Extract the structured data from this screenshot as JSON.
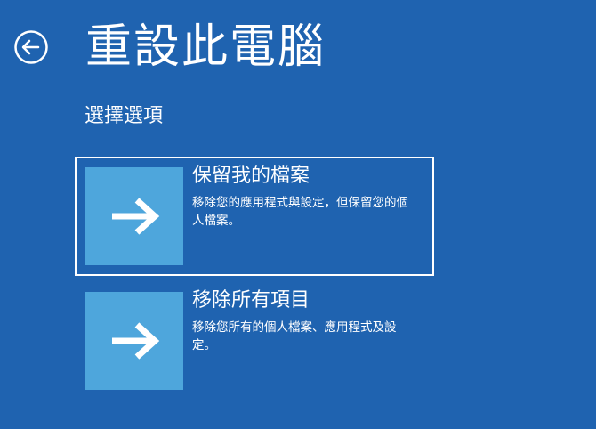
{
  "header": {
    "back_icon": "circle-arrow-left-icon",
    "title": "重設此電腦",
    "subtitle": "選擇選項"
  },
  "options": [
    {
      "title": "保留我的檔案",
      "description": "移除您的應用程式與設定，但保留您的個人檔案。",
      "icon": "arrow-right-icon",
      "selected": true
    },
    {
      "title": "移除所有項目",
      "description": "移除您所有的個人檔案、應用程式及設定。",
      "icon": "arrow-right-icon",
      "selected": false
    }
  ],
  "colors": {
    "background": "#1f63b0",
    "tile": "#4ea6dc",
    "text": "#ffffff"
  }
}
